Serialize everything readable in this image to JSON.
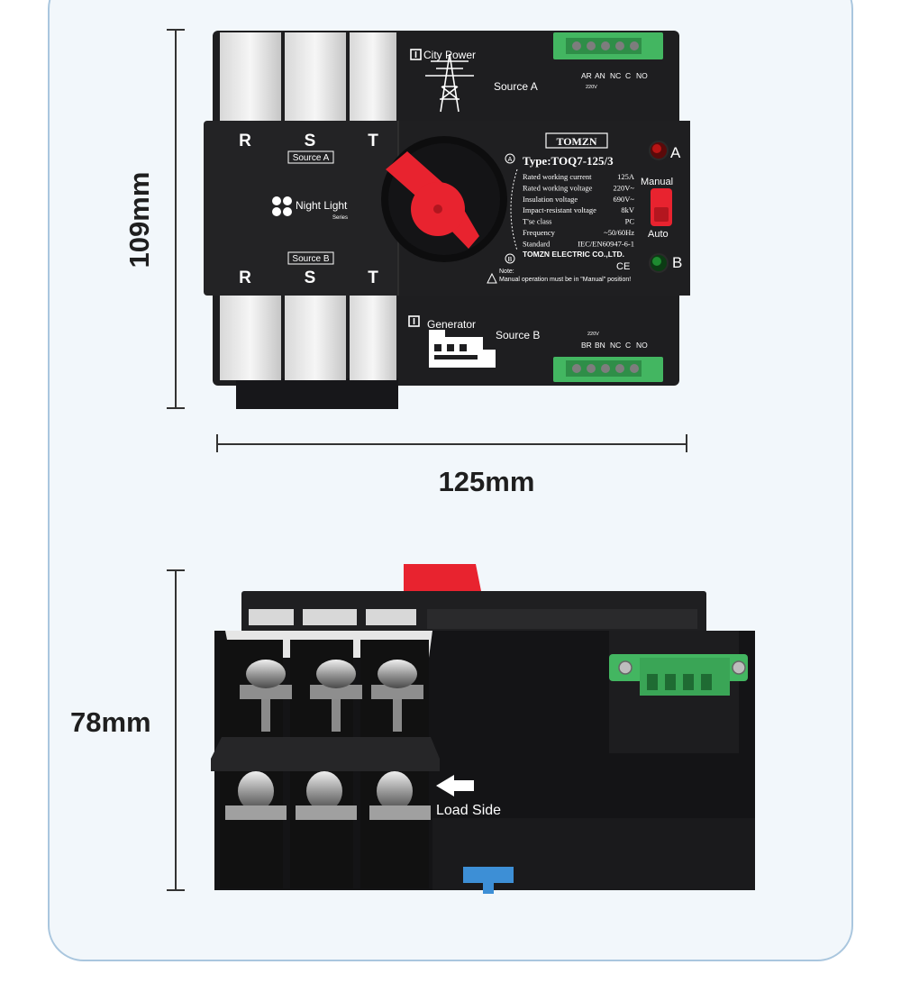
{
  "dimensions": {
    "height_front": "109mm",
    "width_front": "125mm",
    "depth_side": "78mm"
  },
  "front_view": {
    "source_a": {
      "label": "City Power",
      "source": "Source A",
      "icon": "tower-icon"
    },
    "source_b": {
      "label": "Generator",
      "source": "Source B",
      "icon": "generator-icon"
    },
    "terminals_a": [
      "AR",
      "AN",
      "NC",
      "C",
      "NO"
    ],
    "terminals_a_sub": "220V",
    "terminals_b": [
      "BR",
      "BN",
      "NC",
      "C",
      "NO"
    ],
    "terminals_b_sub": "220V",
    "phases": [
      "R",
      "S",
      "T"
    ],
    "badge_a": "Source A",
    "badge_b": "Source B",
    "series_name": "Night Light",
    "series_sub": "Series",
    "brand": "TOMZN",
    "type": "Type:TOQ7-125/3",
    "specs": [
      {
        "k": "Rated working current",
        "v": "125A"
      },
      {
        "k": "Rated working voltage",
        "v": "220V~"
      },
      {
        "k": "Insulation voltage",
        "v": "690V~"
      },
      {
        "k": "Impact-resistant voltage",
        "v": "8kV"
      },
      {
        "k": "T'se class",
        "v": "PC"
      },
      {
        "k": "Frequency",
        "v": "~50/60Hz"
      },
      {
        "k": "Standard",
        "v": "IEC/EN60947-6-1"
      }
    ],
    "company": "TOMZN ELECTRIC CO.,LTD.",
    "ce": "CE",
    "note_label": "Note:",
    "note_text": "Manual operation must be in \"Manual\" position!",
    "indicator_a": "A",
    "indicator_b": "B",
    "mode_manual": "Manual",
    "mode_auto": "Auto",
    "pos_a": "A",
    "pos_b": "B"
  },
  "side_view": {
    "load_side": "Load Side"
  },
  "colors": {
    "body": "#1c1c1e",
    "handle": "#e8232f",
    "terminal_green": "#43b661",
    "din_clip": "#3d8fd6",
    "panel_border": "#a9c6de"
  }
}
